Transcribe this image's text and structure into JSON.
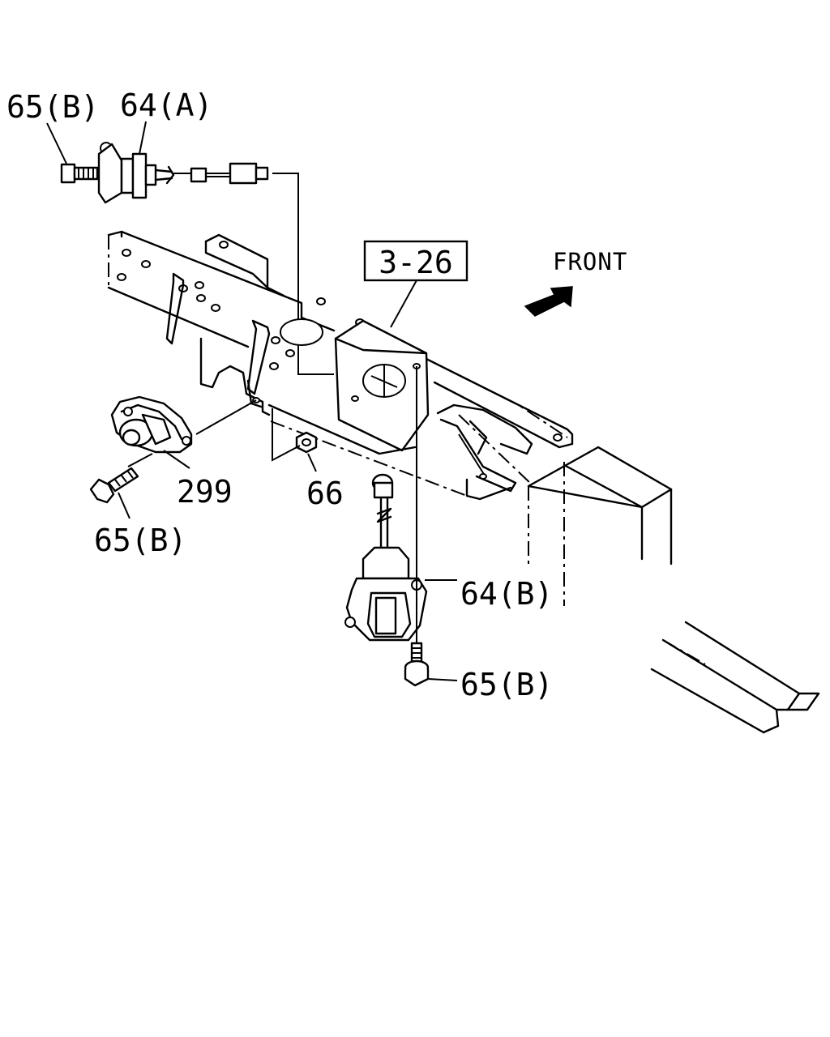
{
  "diagram": {
    "callouts": {
      "top_bolt": "65(B)",
      "sensor_a": "64(A)",
      "ref_box": "3-26",
      "front": "FRONT",
      "left_sensor": "299",
      "nut": "66",
      "left_bolt": "65(B)",
      "sensor_b": "64(B)",
      "bottom_bolt": "65(B)"
    }
  }
}
